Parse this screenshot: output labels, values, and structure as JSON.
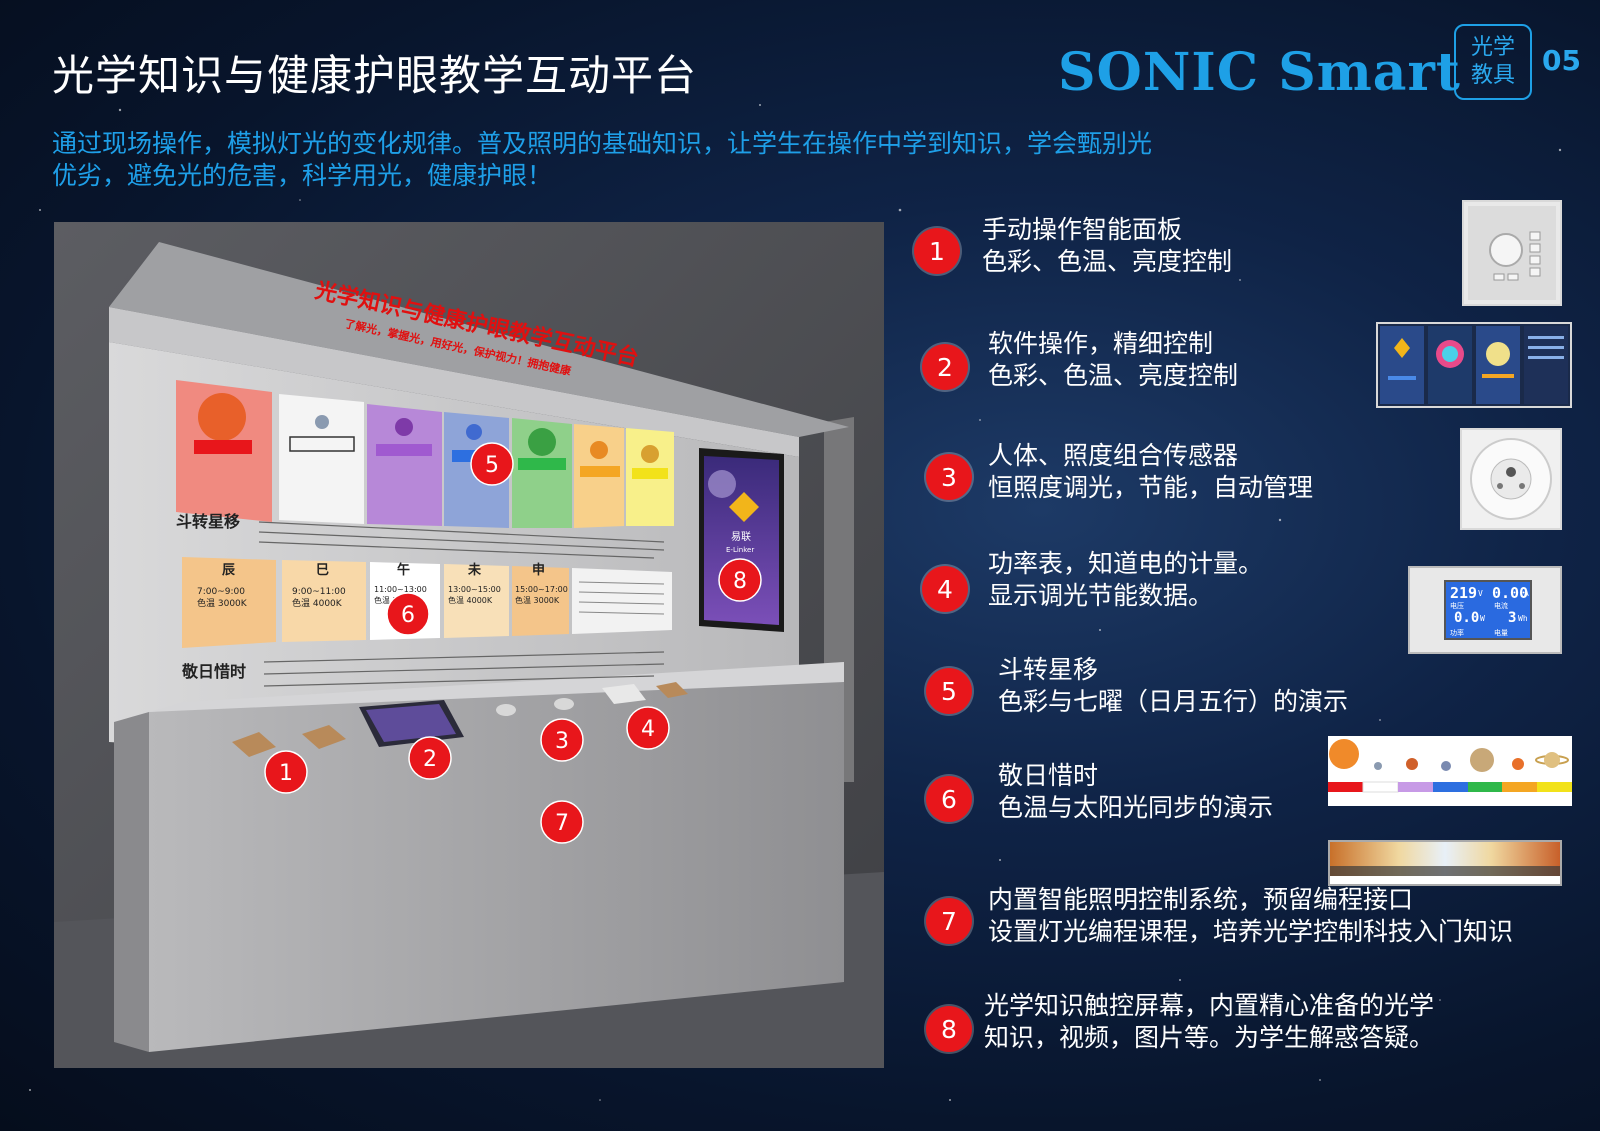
{
  "header": {
    "title": "光学知识与健康护眼教学互动平台",
    "brand": "SONIC Smart",
    "badge_line1": "光学",
    "badge_line2": "教具",
    "page_number": "05"
  },
  "intro": {
    "line1": "通过现场操作，模拟灯光的变化规律。普及照明的基础知识，让学生在操作中学到知识，学会甄别光",
    "line2": "优劣，避免光的危害，科学用光，健康护眼！"
  },
  "exhibit": {
    "header_title": "光学知识与健康护眼教学互动平台",
    "header_subtitle": "了解光，掌握光，用好光，保护视力！拥抱健康",
    "section1_title": "斗转星移",
    "section2_title": "敬日惜时",
    "time_cards": [
      {
        "name": "辰",
        "time": "7:00~9:00",
        "temp": "色温 3000K"
      },
      {
        "name": "巳",
        "time": "9:00~11:00",
        "temp": "色温 4000K"
      },
      {
        "name": "午",
        "time": "11:00~13:00",
        "temp": "色温 5000K"
      },
      {
        "name": "未",
        "time": "13:00~15:00",
        "temp": "色温 4000K"
      },
      {
        "name": "申",
        "time": "15:00~17:00",
        "temp": "色温 3000K"
      }
    ],
    "screen_brand": "易联",
    "screen_brand_en": "E-Linker",
    "markers": [
      "1",
      "2",
      "3",
      "4",
      "5",
      "6",
      "7",
      "8"
    ]
  },
  "features": [
    {
      "num": "1",
      "line1": "手动操作智能面板",
      "line2": "色彩、色温、亮度控制"
    },
    {
      "num": "2",
      "line1": "软件操作，精细控制",
      "line2": "色彩、色温、亮度控制"
    },
    {
      "num": "3",
      "line1": "人体、照度组合传感器",
      "line2": "恒照度调光，节能，自动管理"
    },
    {
      "num": "4",
      "line1": "功率表，知道电的计量。",
      "line2": "显示调光节能数据。"
    },
    {
      "num": "5",
      "line1": "斗转星移",
      "line2": "色彩与七曜（日月五行）的演示"
    },
    {
      "num": "6",
      "line1": "敬日惜时",
      "line2": "色温与太阳光同步的演示"
    },
    {
      "num": "7",
      "line1": "内置智能照明控制系统，预留编程接口",
      "line2": "设置灯光编程课程，培养光学控制科技入门知识"
    },
    {
      "num": "8",
      "line1": "光学知识触控屏幕，内置精心准备的光学",
      "line2": "知识，视频，图片等。为学生解惑答疑。"
    }
  ],
  "meter": {
    "voltage": "219",
    "voltage_unit": "V",
    "current": "0.00",
    "current_unit": "A",
    "power": "0.0",
    "power_unit": "W",
    "energy": "3",
    "energy_unit": "Wh",
    "label_voltage": "电压",
    "label_current": "电流",
    "label_power": "功率",
    "label_energy": "电量"
  },
  "colors": {
    "accent_blue": "#1ea0e6",
    "marker_red": "#e8161b",
    "exhibit_red": "#e01010",
    "color_bar": [
      "#e8161b",
      "#ffffff",
      "#c79ae6",
      "#2d6fe0",
      "#2fb84a",
      "#f4a623",
      "#f2e21a"
    ]
  }
}
